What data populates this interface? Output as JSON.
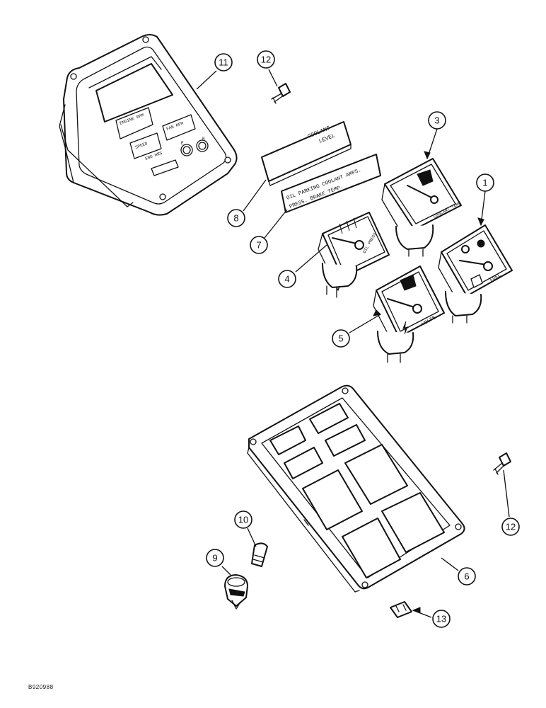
{
  "drawing": {
    "code": "B920988",
    "callouts": {
      "c1": "1",
      "c2": "3",
      "c3": "4",
      "c4": "5",
      "c5": "6",
      "c6": "7",
      "c7": "8",
      "c8": "9",
      "c9": "10",
      "c10": "11",
      "c11": "12",
      "c12": "12",
      "c13": "13"
    },
    "panel": {
      "engine_rpm": "ENGINE RPM",
      "speed": "SPEED",
      "fan_rpm": "FAN RPM",
      "eng_hrs": "ENG HRS",
      "knob_left": "E",
      "knob_right": "B"
    },
    "strip_upper": {
      "line1": "COOLANT",
      "line2": "LEVEL"
    },
    "strip_lower": {
      "line1": "OIL   PARKING COOLANT  AMPS.",
      "line2": "PRESS.  BRAKE  TEMP."
    },
    "gauges": {
      "oil": "OIL PRESS",
      "coolant": "COOLANT TEMP",
      "fuel": "FUEL",
      "volts": "VOLTS"
    }
  }
}
